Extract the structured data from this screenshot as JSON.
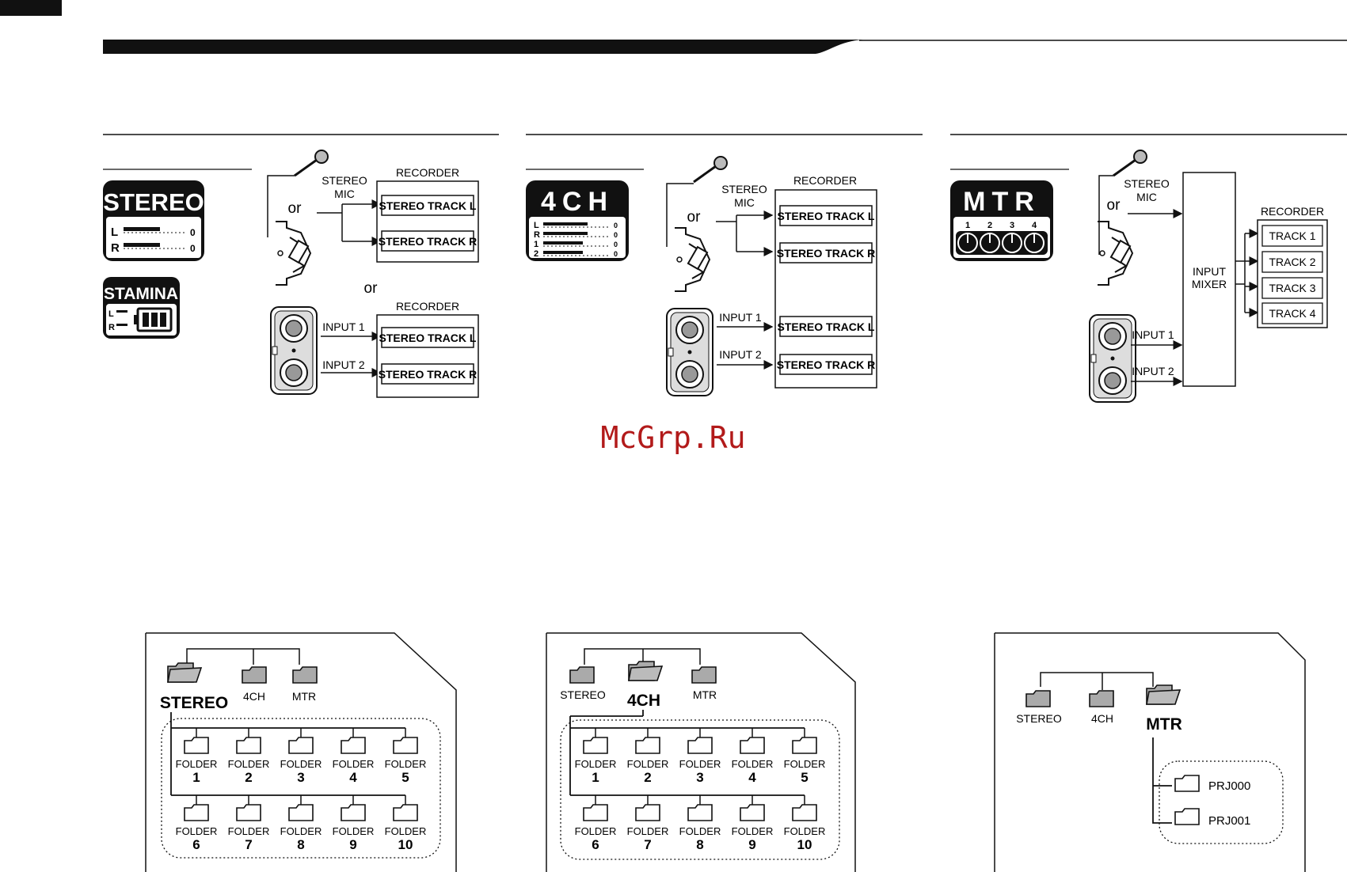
{
  "watermark": "McGrp.Ru",
  "labels": {
    "recorder": "RECORDER",
    "stereo_mic": [
      "STEREO",
      "MIC"
    ],
    "or": "or",
    "input1": "INPUT 1",
    "input2": "INPUT 2",
    "stereo_track_l": "STEREO TRACK L",
    "stereo_track_r": "STEREO TRACK R",
    "input_mixer": [
      "INPUT",
      "MIXER"
    ],
    "tracks": [
      "TRACK 1",
      "TRACK 2",
      "TRACK 3",
      "TRACK 4"
    ]
  },
  "badges": {
    "stereo": {
      "title": "STEREO",
      "rows": [
        "L",
        "R"
      ],
      "end": "0"
    },
    "stamina": {
      "title": "STAMINA",
      "rows": [
        "L",
        "R"
      ]
    },
    "fourch": {
      "title": "4CH",
      "rows": [
        "L",
        "R",
        "1",
        "2"
      ],
      "end": "0"
    },
    "mtr": {
      "title": "MTR",
      "knobs": [
        "1",
        "2",
        "3",
        "4"
      ]
    }
  },
  "folder_panels": [
    {
      "active": "STEREO",
      "top": [
        "STEREO",
        "4CH",
        "MTR"
      ],
      "word": "FOLDER",
      "sub": [
        "1",
        "2",
        "3",
        "4",
        "5",
        "6",
        "7",
        "8",
        "9",
        "10"
      ]
    },
    {
      "active": "4CH",
      "top": [
        "STEREO",
        "4CH",
        "MTR"
      ],
      "word": "FOLDER",
      "sub": [
        "1",
        "2",
        "3",
        "4",
        "5",
        "6",
        "7",
        "8",
        "9",
        "10"
      ]
    },
    {
      "active": "MTR",
      "top": [
        "STEREO",
        "4CH",
        "MTR"
      ],
      "projects": [
        "PRJ000",
        "PRJ001"
      ]
    }
  ]
}
